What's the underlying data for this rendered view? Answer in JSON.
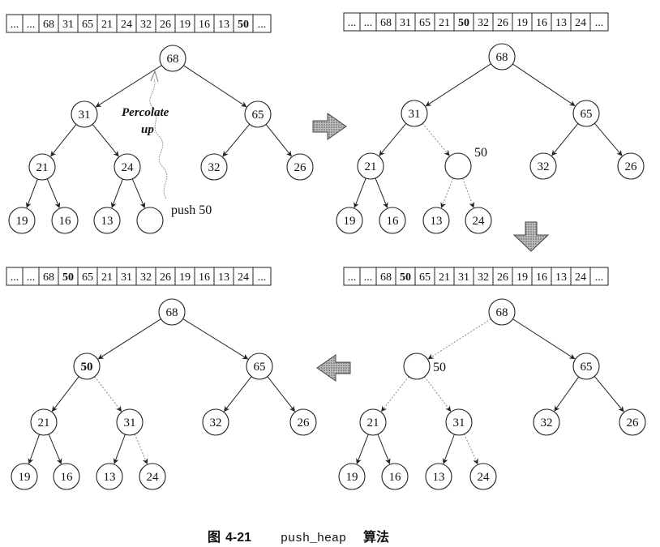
{
  "arrays": [
    {
      "cells": [
        "...",
        "...",
        "68",
        "31",
        "65",
        "21",
        "24",
        "32",
        "26",
        "19",
        "16",
        "13",
        "50",
        "..."
      ],
      "bold_index": 12
    },
    {
      "cells": [
        "...",
        "...",
        "68",
        "31",
        "65",
        "21",
        "50",
        "32",
        "26",
        "19",
        "16",
        "13",
        "24",
        "..."
      ],
      "bold_index": 6
    },
    {
      "cells": [
        "...",
        "...",
        "68",
        "50",
        "65",
        "21",
        "31",
        "32",
        "26",
        "19",
        "16",
        "13",
        "24",
        "..."
      ],
      "bold_index": 3
    },
    {
      "cells": [
        "...",
        "...",
        "68",
        "50",
        "65",
        "21",
        "31",
        "32",
        "26",
        "19",
        "16",
        "13",
        "24",
        "..."
      ],
      "bold_index": 3
    }
  ],
  "trees": [
    {
      "nodes": [
        "68",
        "31",
        "65",
        "21",
        "24",
        "32",
        "26",
        "19",
        "16",
        "13",
        ""
      ],
      "bold_node": -1,
      "side_label": "",
      "side_node": -1
    },
    {
      "nodes": [
        "68",
        "31",
        "65",
        "21",
        "",
        "32",
        "26",
        "19",
        "16",
        "13",
        "24"
      ],
      "bold_node": -1,
      "side_label": "50",
      "side_node": 4
    },
    {
      "nodes": [
        "68",
        "50",
        "65",
        "21",
        "31",
        "32",
        "26",
        "19",
        "16",
        "13",
        "24"
      ],
      "bold_node": 1,
      "side_label": "",
      "side_node": -1
    },
    {
      "nodes": [
        "68",
        "",
        "65",
        "21",
        "31",
        "32",
        "26",
        "19",
        "16",
        "13",
        "24"
      ],
      "bold_node": -1,
      "side_label": "50",
      "side_node": 1
    }
  ],
  "annotations": {
    "percolate_line1": "Percolate",
    "percolate_line2": "up",
    "push_label": "push 50"
  },
  "caption": {
    "fig": "图",
    "num": "4-21",
    "code": "push_heap",
    "suffix": "算法"
  }
}
